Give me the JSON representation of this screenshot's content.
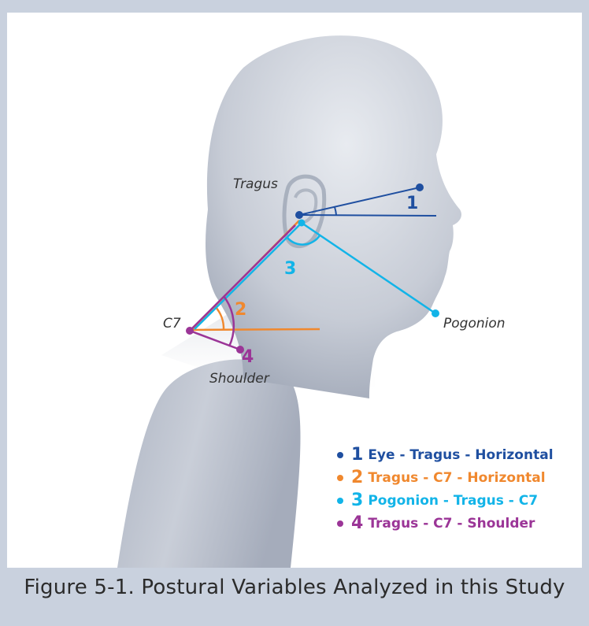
{
  "labels": {
    "tragus": "Tragus",
    "c7": "C7",
    "pogonion": "Pogonion",
    "shoulder": "Shoulder"
  },
  "angle_numbers": {
    "n1": "1",
    "n2": "2",
    "n3": "3",
    "n4": "4"
  },
  "legend": [
    {
      "num": "1",
      "text": "Eye - Tragus - Horizontal",
      "color": "#1f4fa0"
    },
    {
      "num": "2",
      "text": "Tragus - C7 - Horizontal",
      "color": "#f0882e"
    },
    {
      "num": "3",
      "text": "Pogonion - Tragus - C7",
      "color": "#12b4e8"
    },
    {
      "num": "4",
      "text": "Tragus - C7 - Shoulder",
      "color": "#9b3597"
    }
  ],
  "caption": "Figure 5-1.  Postural Variables Analyzed in this Study",
  "colors": {
    "frame": "#c9d1de",
    "head": "#c3c8d3",
    "eye_line": "#1f4fa0",
    "c7_line": "#f0882e",
    "pogonion_line": "#12b4e8",
    "shoulder_line": "#9b3597"
  }
}
